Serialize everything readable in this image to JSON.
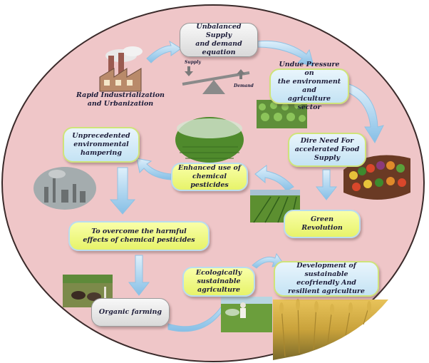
{
  "colors": {
    "background": "#efc6c8",
    "border": "#3a2a2a",
    "arrow": "#a8d3f0",
    "node_blue": "#c4e3f4",
    "node_yellow": "#e7f36a",
    "node_gray": "#dcdcdc"
  },
  "nodes": {
    "unbalanced": "Unbalanced Supply\nand demand\nequation",
    "industrialization": "Rapid Industrialization\nand Urbanization",
    "undue_pressure": "Undue Pressure on\nthe environment and\nagriculture sector",
    "dire_need": "Dire Need For\naccelerated Food\nSupply",
    "green_revolution": "Green Revolution",
    "pesticides": "Enhanced use of\nchemical pesticides",
    "unprecedented": "Unprecedented\nenvironmental\nhampering",
    "overcome": "To overcome the harmful\neffects of chemical pesticides",
    "organic": "Organic farming",
    "eco": "Ecologically\nsustainable agriculture",
    "development": "Development of sustainable\necofriendly And\nresilient agriculture"
  },
  "balance": {
    "supply": "Supply",
    "demand": "Demand"
  },
  "images": [
    "factory-icon",
    "lettuce-field-photo",
    "vegetable-market-photo",
    "irrigation-field-photo",
    "wheat-rows-photo",
    "smog-city-photo",
    "ox-plough-photo",
    "spraying-farmer-photo",
    "golden-wheat-photo"
  ]
}
